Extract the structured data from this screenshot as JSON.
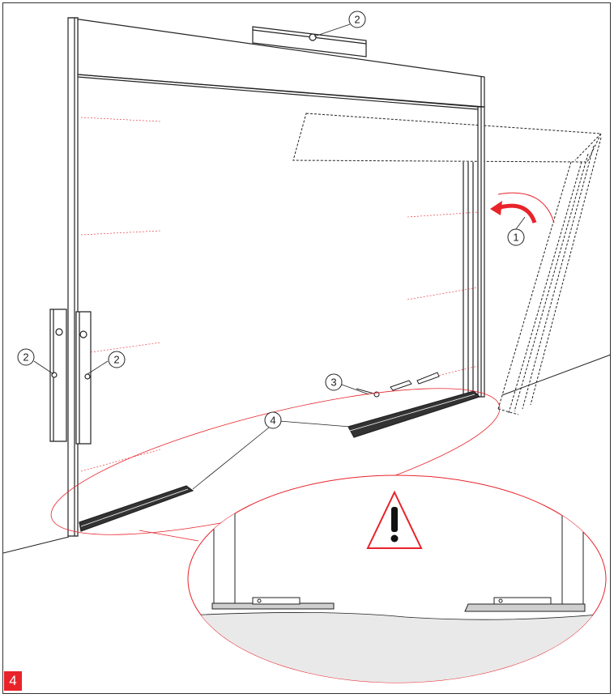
{
  "step_number": "4",
  "callouts": [
    {
      "id": "rotate-arrow",
      "label": "1"
    },
    {
      "id": "level-top",
      "label": "2"
    },
    {
      "id": "level-side-left",
      "label": "2"
    },
    {
      "id": "level-side-right",
      "label": "2"
    },
    {
      "id": "screw-anchor",
      "label": "3"
    },
    {
      "id": "floor-rail",
      "label": "4"
    }
  ],
  "warning_icon": "warning-triangle-icon",
  "colors": {
    "accent": "#e8232a",
    "line": "#222222",
    "floor_fill": "#e9e9e9",
    "frame_fill": "#ffffff"
  }
}
